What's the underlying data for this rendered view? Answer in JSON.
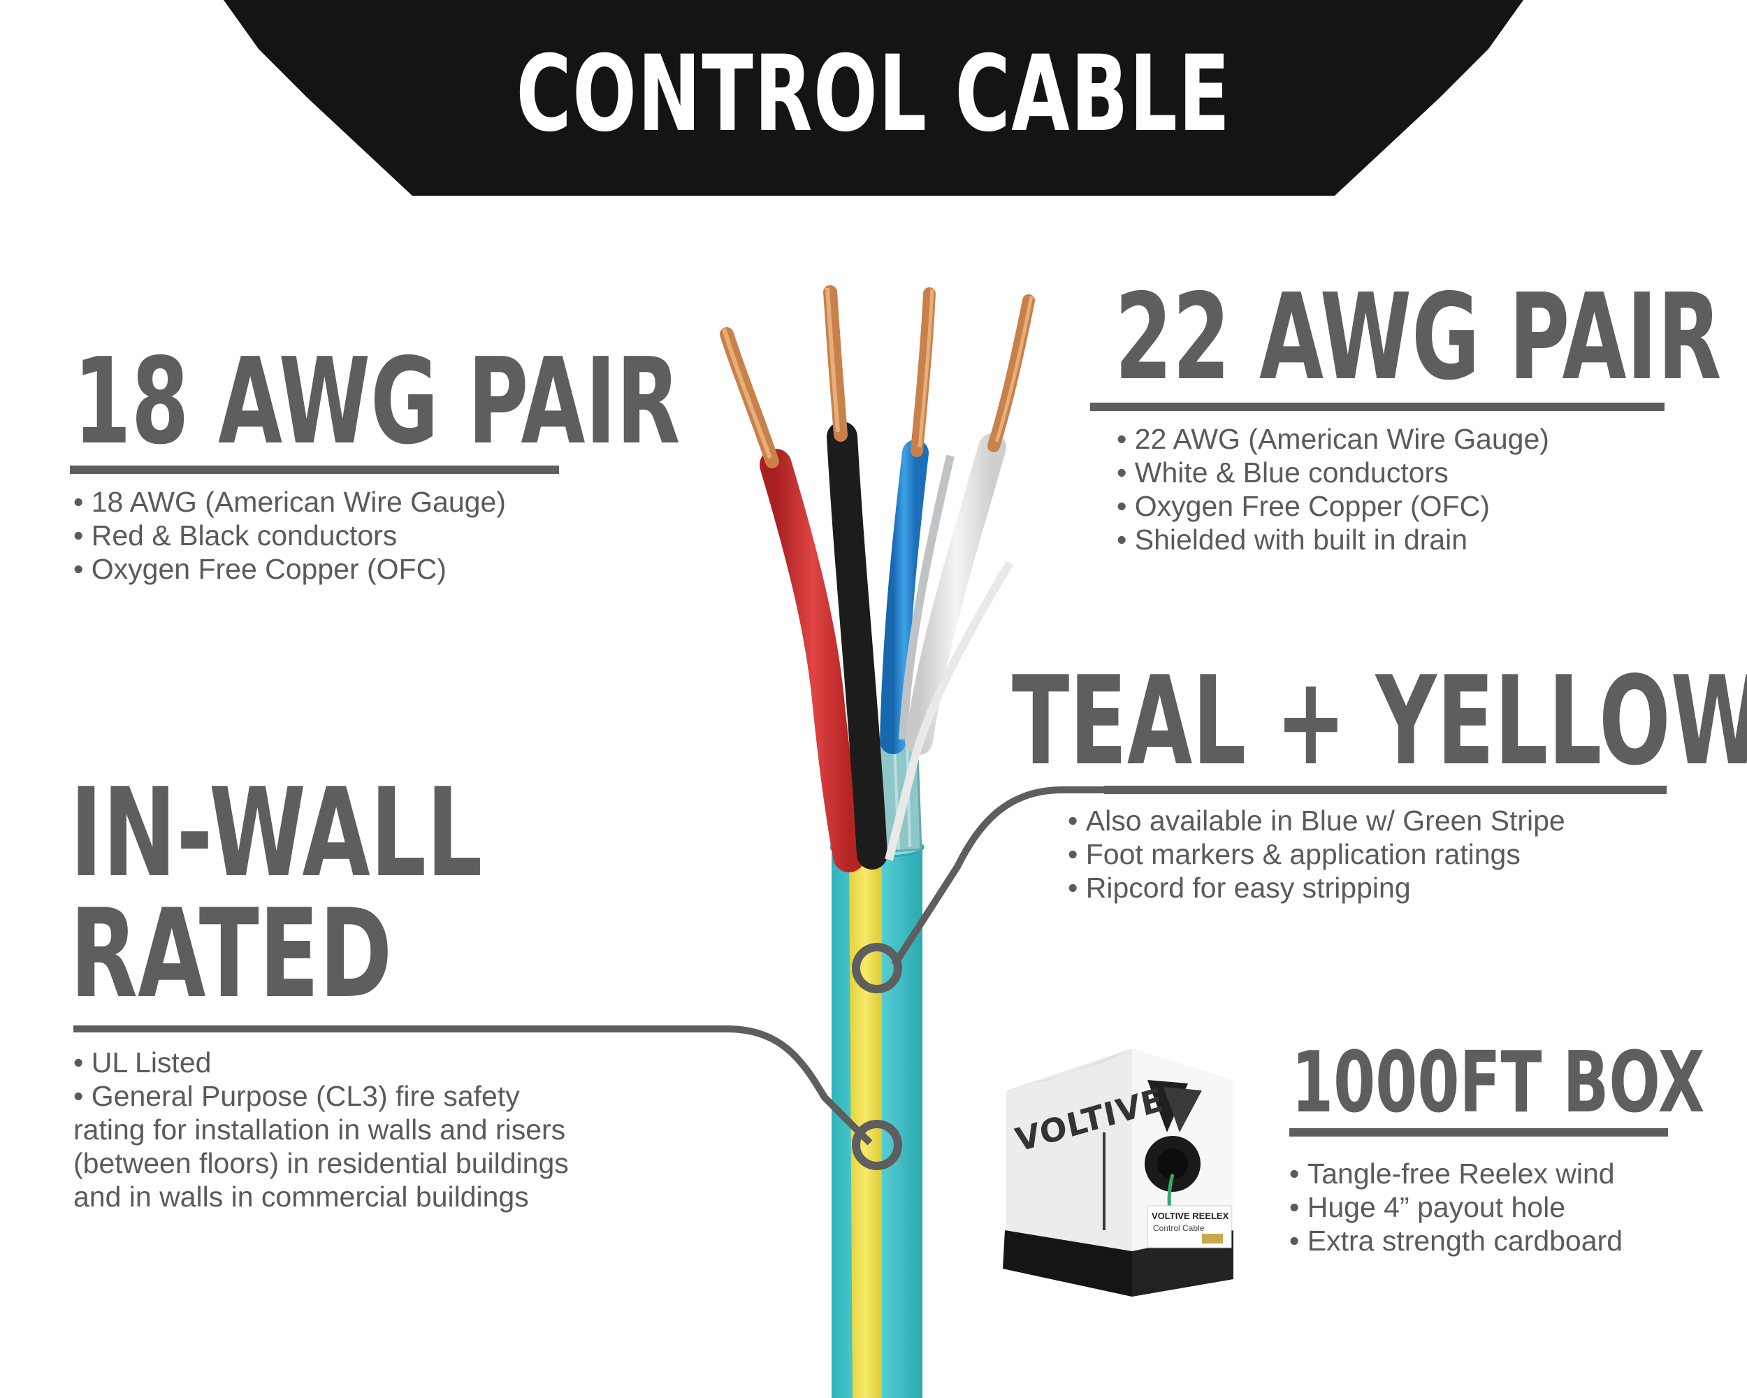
{
  "banner": {
    "title": "CONTROL CABLE"
  },
  "awg18": {
    "heading": "18 AWG PAIR",
    "bullets": [
      "18 AWG (American Wire Gauge)",
      "Red & Black conductors",
      "Oxygen Free Copper (OFC)"
    ]
  },
  "awg22": {
    "heading": "22 AWG PAIR",
    "bullets": [
      "22 AWG (American Wire Gauge)",
      "White & Blue conductors",
      "Oxygen Free Copper (OFC)",
      "Shielded with built in drain"
    ]
  },
  "colors": {
    "heading": "TEAL + YELLOW",
    "bullets": [
      "Also available in Blue w/ Green Stripe",
      "Foot markers & application ratings",
      "Ripcord for easy stripping"
    ]
  },
  "inwall": {
    "heading_line1": "IN-WALL",
    "heading_line2": "RATED",
    "bullet1": "• UL Listed",
    "para": [
      "• General Purpose (CL3) fire safety",
      "rating for installation in walls and risers",
      "(between floors) in residential buildings",
      "and in walls in commercial buildings"
    ]
  },
  "box": {
    "heading": "1000FT BOX",
    "bullets": [
      "Tangle-free Reelex wind",
      "Huge 4” payout hole",
      "Extra strength cardboard"
    ],
    "brand": "VOLTIVE",
    "label": "VOLTIVE   REELEX",
    "sublabel": "Control Cable"
  },
  "palette": {
    "teal": "#47c9cf",
    "yellow": "#f2e24a",
    "red": "#d42e2e",
    "black": "#1c1c1c",
    "blue": "#2a8ed8",
    "white_wire": "#e6e6e6",
    "copper": "#c8814a",
    "heading_gray": "#5e5e5e",
    "banner": "#141414"
  }
}
